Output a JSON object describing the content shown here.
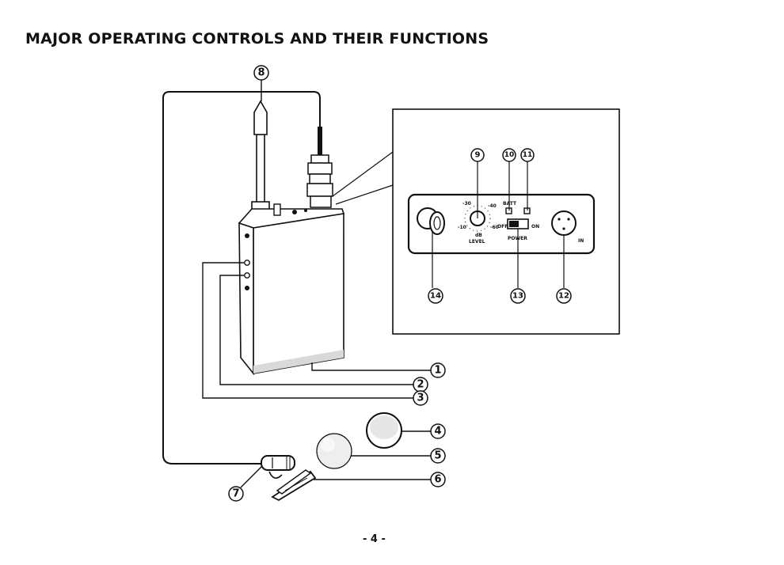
{
  "heading": "MAJOR OPERATING CONTROLS AND THEIR FUNCTIONS",
  "page_number": "- 4 -",
  "panel": {
    "level_label": "LEVEL",
    "power_label": "POWER",
    "off_label": "OFF",
    "on_label": "ON",
    "batt_label": "BATT",
    "in_label": "IN",
    "scale_minus30": "-30",
    "scale_minus40": "-40",
    "scale_minus10": "-10",
    "scale_db": "dB",
    "scale_minus60": "-60"
  },
  "callouts": {
    "c1": "1",
    "c2": "2",
    "c3": "3",
    "c4": "4",
    "c5": "5",
    "c6": "6",
    "c7": "7",
    "c8": "8",
    "c9": "9",
    "c10": "10",
    "c11": "11",
    "c12": "12",
    "c13": "13",
    "c14": "14"
  }
}
